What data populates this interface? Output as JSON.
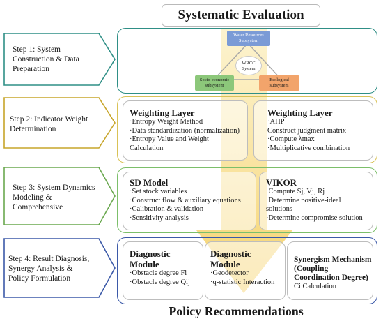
{
  "header": {
    "title": "Systematic Evaluation"
  },
  "footer": {
    "title": "Policy Recommendations"
  },
  "steps": [
    {
      "label": "Step 1: System Construction & Data Preparation",
      "lines": [
        "Step 1: System",
        "Construction & Data",
        "Preparation"
      ],
      "color": "#2f8f86"
    },
    {
      "label": "Step 2: Indicator Weight Determination",
      "lines": [
        "Step 2: Indicator Weight",
        "Determination"
      ],
      "color": "#c7a52a"
    },
    {
      "label": "Step 3: System Dynamics Modeling & Comprehensive",
      "lines": [
        "Step 3: System Dynamics",
        "Modeling &",
        "Comprehensive"
      ],
      "color": "#6aa84f"
    },
    {
      "label": "Step 4: Result Diagnosis, Synergy Analysis & Policy Formulation",
      "lines": [
        "Step 4: Result Diagnosis,",
        "Synergy Analysis &",
        "Policy Formulation"
      ],
      "color": "#3b59a8"
    }
  ],
  "system": {
    "top": {
      "line1": "Water Resources",
      "line2": "Subsystem",
      "color": "#7b9bd6"
    },
    "center": {
      "line1": "WRCC",
      "line2": "System"
    },
    "left": {
      "line1": "Socio-economic",
      "line2": "subsystem",
      "color": "#8cc77a"
    },
    "right": {
      "line1": "Ecological",
      "line2": "subsystem",
      "color": "#f2a46b"
    }
  },
  "weighting_left": {
    "title": "Weighting Layer",
    "items": [
      "·Entropy Weight Method",
      "·Data standardization (normalization)",
      "·Entropy Value and Weight",
      "Calculation"
    ]
  },
  "weighting_right": {
    "title": "Weighting Layer",
    "items": [
      "·AHP",
      "Construct judgment matrix",
      "·Compute λmax",
      "·Multiplicative combination"
    ]
  },
  "sd_model": {
    "title": "SD Model",
    "items": [
      "·Set stock variables",
      "·Construct flow & auxiliary equations",
      "·Calibration & validation",
      "·Sensitivity analysis"
    ]
  },
  "vikor": {
    "title": "VIKOR",
    "items": [
      "·Compute Sj, Vj, Rj",
      "·Determine positive-ideal",
      "solutions",
      "·Determine compromise solution"
    ]
  },
  "diag1": {
    "title_lines": [
      "Diagnostic",
      "Module"
    ],
    "items": [
      "·Obstacle degree Fi",
      "·Obstacle degree Qij"
    ]
  },
  "diag2": {
    "title_lines": [
      "Diagnostic",
      "Module"
    ],
    "items": [
      "·Geodetector",
      "·q-statistic Interaction"
    ]
  },
  "synergy": {
    "title_lines": [
      "Synergism Mechanism",
      "(Coupling",
      "Coordination Degree)"
    ],
    "items": [
      "Ci Calculation"
    ]
  },
  "colors": {
    "panel1": "#2f8f86",
    "panel2": "#d9c256",
    "panel3": "#7cbf6a",
    "panel4": "#3b59a8",
    "flow_arrow": "#f7d46a"
  }
}
